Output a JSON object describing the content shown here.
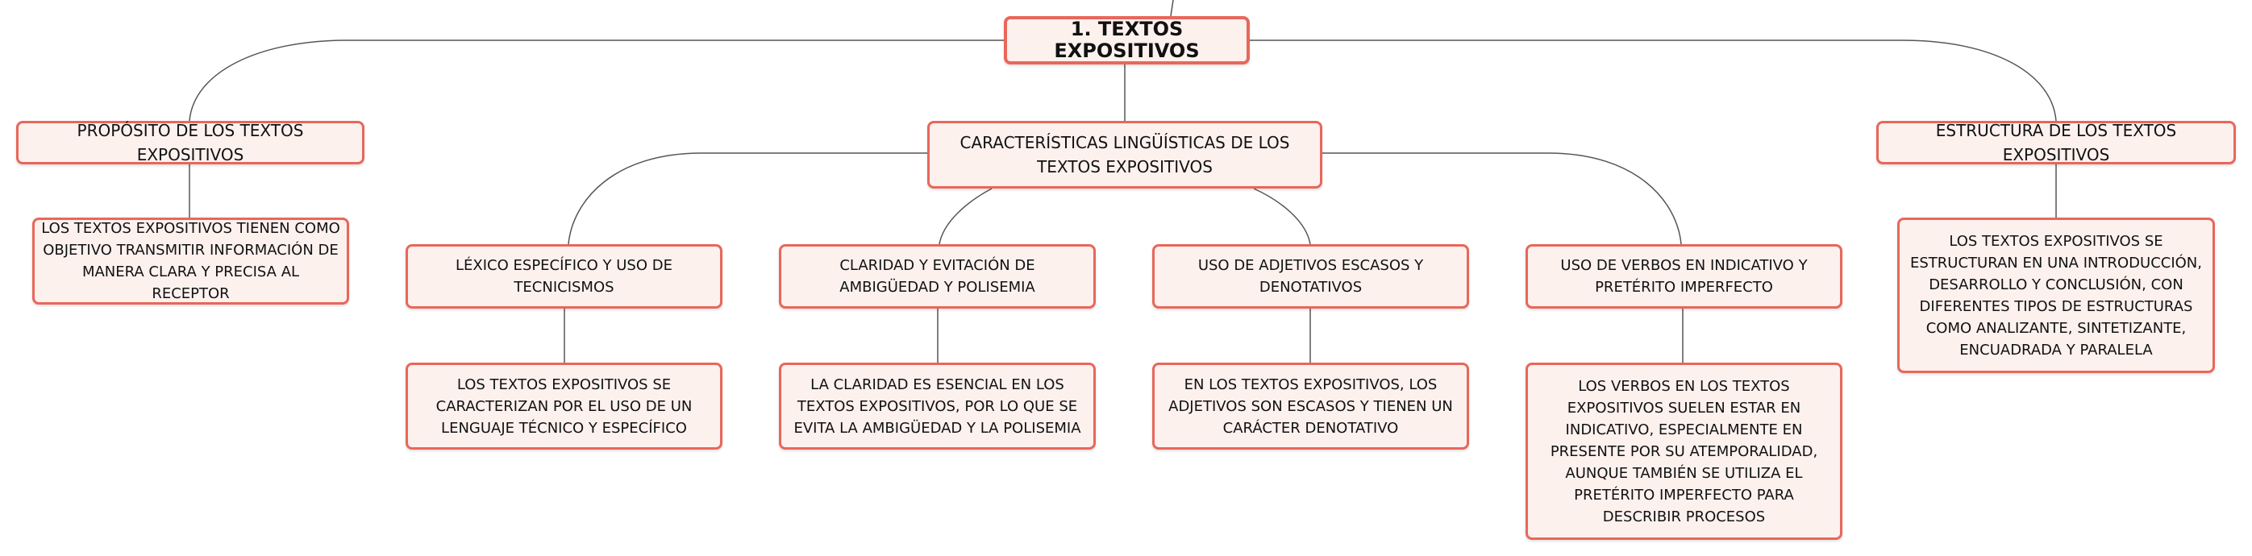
{
  "root": "1. TEXTOS EXPOSITIVOS",
  "branches": {
    "proposito": {
      "title": "PROPÓSITO DE LOS TEXTOS EXPOSITIVOS",
      "detail": "LOS TEXTOS EXPOSITIVOS TIENEN COMO OBJETIVO TRANSMITIR INFORMACIÓN DE MANERA CLARA Y PRECISA AL RECEPTOR"
    },
    "caracteristicas": {
      "title": "CARACTERÍSTICAS LINGÜÍSTICAS DE LOS TEXTOS EXPOSITIVOS",
      "items": [
        {
          "title": "LÉXICO ESPECÍFICO Y USO DE TECNICISMOS",
          "detail": "LOS TEXTOS EXPOSITIVOS SE CARACTERIZAN POR EL USO DE UN LENGUAJE TÉCNICO Y ESPECÍFICO"
        },
        {
          "title": "CLARIDAD Y EVITACIÓN DE AMBIGÜEDAD Y POLISEMIA",
          "detail": "LA CLARIDAD ES ESENCIAL EN LOS TEXTOS EXPOSITIVOS, POR LO QUE SE EVITA LA AMBIGÜEDAD Y LA POLISEMIA"
        },
        {
          "title": "USO DE ADJETIVOS ESCASOS Y DENOTATIVOS",
          "detail": "EN LOS TEXTOS EXPOSITIVOS, LOS ADJETIVOS SON ESCASOS Y TIENEN UN CARÁCTER DENOTATIVO"
        },
        {
          "title": "USO DE VERBOS EN INDICATIVO Y PRETÉRITO IMPERFECTO",
          "detail": "LOS VERBOS EN LOS TEXTOS EXPOSITIVOS SUELEN ESTAR EN INDICATIVO, ESPECIALMENTE EN PRESENTE POR SU ATEMPORALIDAD, AUNQUE TAMBIÉN SE UTILIZA EL PRETÉRITO IMPERFECTO PARA DESCRIBIR PROCESOS"
        }
      ]
    },
    "estructura": {
      "title": "ESTRUCTURA DE LOS TEXTOS EXPOSITIVOS",
      "detail": "LOS TEXTOS EXPOSITIVOS SE ESTRUCTURAN EN UNA INTRODUCCIÓN, DESARROLLO Y CONCLUSIÓN, CON DIFERENTES TIPOS DE ESTRUCTURAS COMO ANALIZANTE, SINTETIZANTE, ENCUADRADA Y PARALELA"
    }
  },
  "colors": {
    "border": "#e8675a",
    "fill": "#fdf1ee",
    "line": "#444444"
  }
}
